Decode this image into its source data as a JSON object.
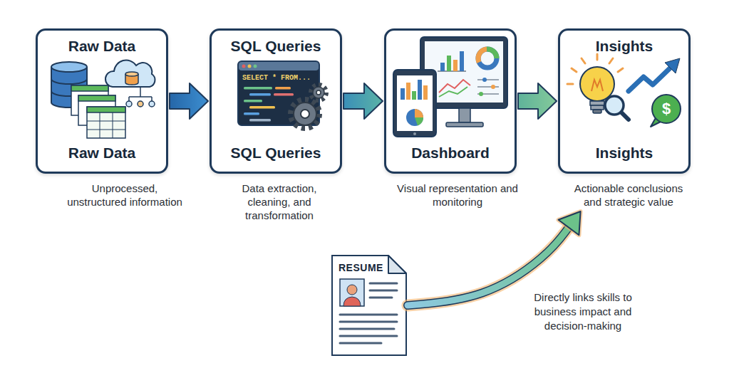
{
  "diagram": {
    "nodes": [
      {
        "text": [
          "Raw Data",
          "Raw Data",
          "Unprocessed, unstructured information"
        ]
      },
      {
        "text": [
          "SQL Queries",
          "SQL Queries",
          "Data extraction, cleaning, and transformation"
        ]
      },
      {
        "text": [
          "Dashboard",
          "Visual representation and monitoring"
        ]
      },
      {
        "text": [
          "Insights",
          "Insights",
          "Actionable conclusions and strategic value"
        ]
      },
      {
        "text": [
          "RESUME"
        ]
      }
    ],
    "edges": [
      {
        "from": 0,
        "to": 1,
        "arrow": "to"
      },
      {
        "from": 1,
        "to": 2,
        "arrow": "to"
      },
      {
        "from": 2,
        "to": 3,
        "arrow": "to"
      },
      {
        "from": 4,
        "to": 3,
        "arrow": "to",
        "label": "Directly links skills to business impact and decision-making"
      }
    ],
    "labels": [
      "SELECT * FROM...",
      "$"
    ]
  }
}
